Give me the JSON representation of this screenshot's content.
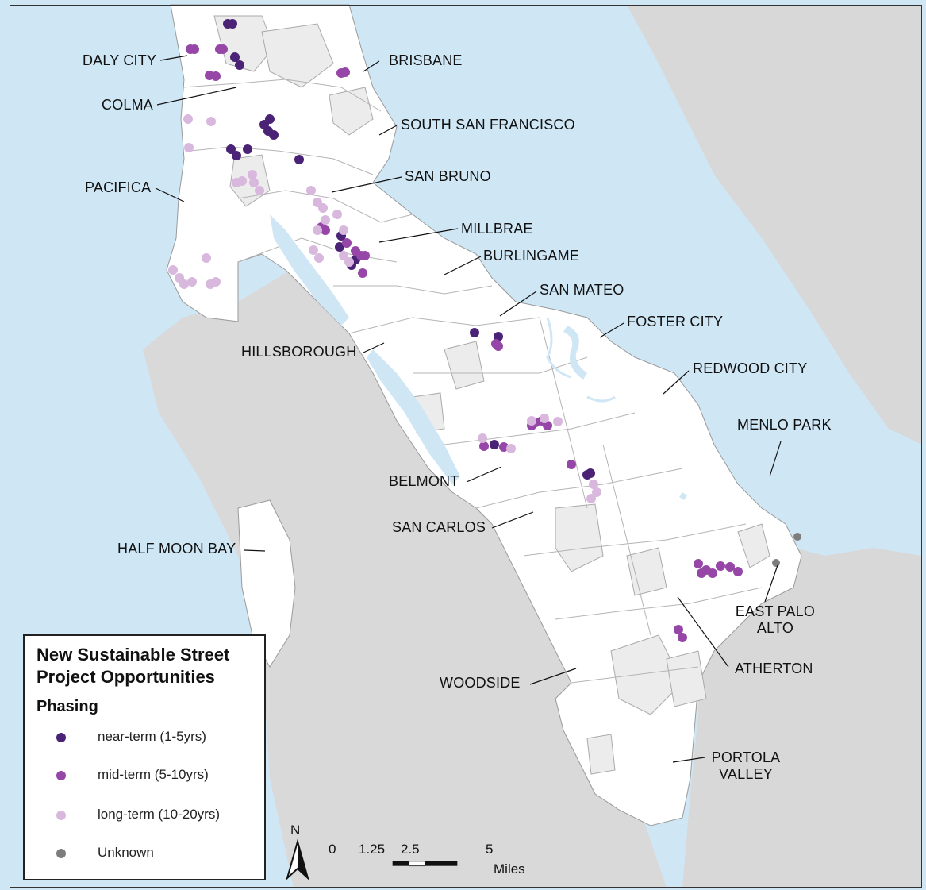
{
  "map": {
    "place_labels": [
      {
        "id": "daly-city",
        "text": "DALY CITY"
      },
      {
        "id": "brisbane",
        "text": "BRISBANE"
      },
      {
        "id": "colma",
        "text": "COLMA"
      },
      {
        "id": "south-san-francisco",
        "text": "SOUTH SAN FRANCISCO"
      },
      {
        "id": "san-bruno",
        "text": "SAN BRUNO"
      },
      {
        "id": "pacifica",
        "text": "PACIFICA"
      },
      {
        "id": "millbrae",
        "text": "MILLBRAE"
      },
      {
        "id": "burlingame",
        "text": "BURLINGAME"
      },
      {
        "id": "san-mateo",
        "text": "SAN MATEO"
      },
      {
        "id": "foster-city",
        "text": "FOSTER CITY"
      },
      {
        "id": "hillsborough",
        "text": "HILLSBOROUGH"
      },
      {
        "id": "redwood-city",
        "text": "REDWOOD CITY"
      },
      {
        "id": "menlo-park",
        "text": "MENLO PARK"
      },
      {
        "id": "belmont",
        "text": "BELMONT"
      },
      {
        "id": "san-carlos",
        "text": "SAN CARLOS"
      },
      {
        "id": "half-moon-bay",
        "text": "HALF MOON BAY"
      },
      {
        "id": "east-palo-alto",
        "text": "EAST PALO\nALTO"
      },
      {
        "id": "atherton",
        "text": "ATHERTON"
      },
      {
        "id": "woodside",
        "text": "WOODSIDE"
      },
      {
        "id": "portola-valley",
        "text": "PORTOLA\nVALLEY"
      }
    ],
    "colors": {
      "water": "#cfe6f5",
      "land_outside": "#d8d8d8",
      "county_fill": "#ffffff",
      "unincorporated": "#ececec",
      "boundary": "#9a9a9a",
      "near_term": "#4a2376",
      "mid_term": "#9646a6",
      "long_term": "#d9b8de",
      "unknown": "#7d7d7d"
    }
  },
  "legend": {
    "title": "New Sustainable Street\nProject Opportunities",
    "subtitle": "Phasing",
    "items": [
      {
        "label": "near-term (1-5yrs)",
        "color": "#4a2376"
      },
      {
        "label": "mid-term (5-10yrs)",
        "color": "#9646a6"
      },
      {
        "label": "long-term (10-20yrs)",
        "color": "#d9b8de"
      },
      {
        "label": "Unknown",
        "color": "#7d7d7d"
      }
    ]
  },
  "north_arrow": {
    "label": "N"
  },
  "scale": {
    "ticks": [
      "0",
      "1.25",
      "2.5",
      "5"
    ],
    "unit": "Miles"
  }
}
